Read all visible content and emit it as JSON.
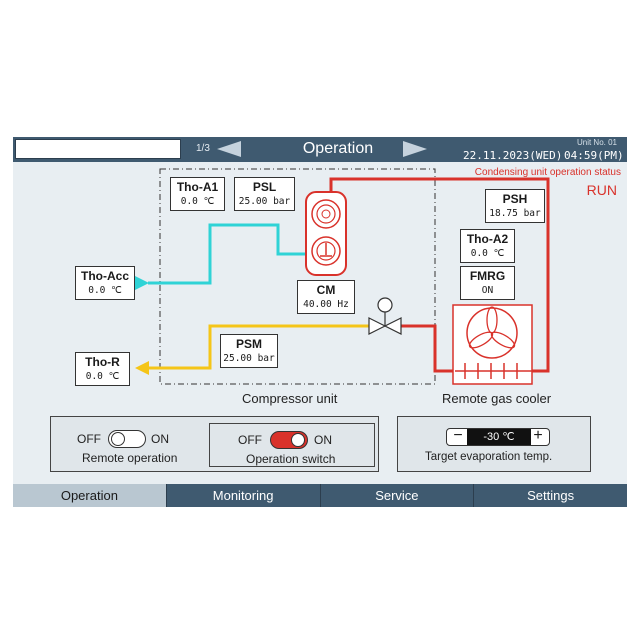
{
  "header": {
    "page_indicator": "1/3",
    "title": "Operation",
    "unit_no": "Unit No.  01",
    "date": "22.11.2023(WED)",
    "time": "04:59(PM)"
  },
  "status": {
    "label": "Condensing unit operation status",
    "value": "RUN",
    "color": "#d9322b"
  },
  "sensors": {
    "tho_a1": {
      "name": "Tho-A1",
      "value": "0.0 ℃"
    },
    "psl": {
      "name": "PSL",
      "value": "25.00 bar"
    },
    "psh": {
      "name": "PSH",
      "value": "18.75 bar"
    },
    "tho_a2": {
      "name": "Tho-A2",
      "value": "0.0 ℃"
    },
    "fmrg": {
      "name": "FMRG",
      "value": "ON"
    },
    "tho_acc": {
      "name": "Tho-Acc",
      "value": "0.0 ℃"
    },
    "cm": {
      "name": "CM",
      "value": "40.00 Hz"
    },
    "psm": {
      "name": "PSM",
      "value": "25.00 bar"
    },
    "tho_r": {
      "name": "Tho-R",
      "value": "0.0 ℃"
    }
  },
  "captions": {
    "compressor_unit": "Compressor unit",
    "gas_cooler": "Remote gas cooler"
  },
  "controls": {
    "remote_operation": {
      "off": "OFF",
      "on": "ON",
      "label": "Remote operation",
      "state": "off"
    },
    "operation_switch": {
      "off": "OFF",
      "on": "ON",
      "label": "Operation switch",
      "state": "on"
    },
    "target_evap": {
      "minus": "−",
      "value": "-30 ℃",
      "plus": "+",
      "label": "Target evaporation temp."
    }
  },
  "tabs": [
    {
      "label": "Operation",
      "active": true
    },
    {
      "label": "Monitoring",
      "active": false
    },
    {
      "label": "Service",
      "active": false
    },
    {
      "label": "Settings",
      "active": false
    }
  ],
  "colors": {
    "suction_line": "#2fd3d6",
    "discharge_line": "#d9322b",
    "liquid_line": "#f5c518",
    "header_bg": "#3f5a70",
    "toggle_on": "#d9322b"
  }
}
